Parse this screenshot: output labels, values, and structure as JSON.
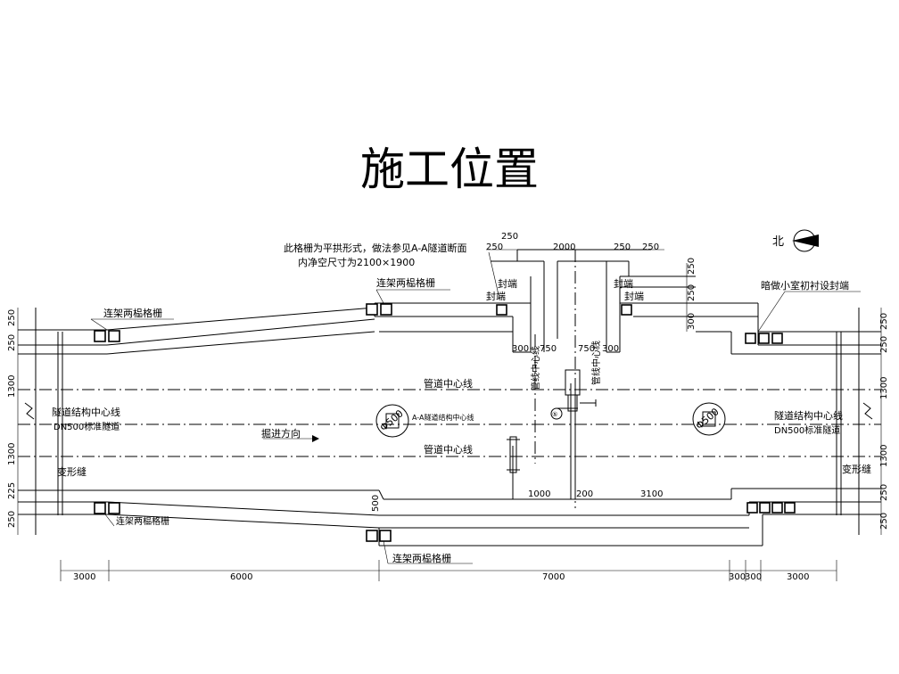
{
  "slide": {
    "title": "施工位置"
  },
  "notes": {
    "arch_note_line1": "此格栅为平拱形式，做法参见A-A隧道断面",
    "arch_note_line2": "内净空尺寸为2100×1900",
    "grid_top_left": "连架两榀格栅",
    "grid_top_mid": "连架两榀格栅",
    "grid_bottom_left": "连架两榀格栅",
    "grid_bottom_mid": "连架两榀格栅",
    "seal_left_1": "封端",
    "seal_left_2": "封端",
    "seal_right_1": "封端",
    "seal_right_2": "封端",
    "chamber_seal": "暗做小室初衬设封端",
    "north": "北",
    "pipe_center_top": "管道中心线",
    "pipe_center_bottom": "管道中心线",
    "tunnel_center_left": "隧道结构中心线",
    "tunnel_std_left": "DN500标准隧道",
    "tunnel_center_right": "隧道结构中心线",
    "tunnel_std_right": "DN500标准隧道",
    "aa_center": "A-A隧道结构中心线",
    "dig_direction": "掘进方向",
    "deform_left": "变形缝",
    "deform_right": "变形缝",
    "pipe_line_1": "管线中心线",
    "pipe_line_2": "管线中心线",
    "phi_left": "Φ500",
    "phi_right": "Φ500",
    "small_mark": "⑤"
  },
  "dimensions": {
    "top_250_a": "250",
    "top_2000": "2000",
    "top_250_b": "250",
    "top_250_c": "250",
    "top_250_d": "250",
    "right_v_250_a": "250",
    "right_v_250_b": "250",
    "right_v_300": "300",
    "inner_300_left": "300",
    "inner_750_left": "750",
    "inner_750_right": "750",
    "inner_300_right": "300",
    "left_v_250_a": "250",
    "left_v_250_b": "250",
    "left_v_1300_a": "1300",
    "left_v_1300_b": "1300",
    "left_v_225": "225",
    "left_v_250_c": "250",
    "right_v_250_c": "250",
    "right_v_250_d": "250",
    "right_v_1300_a": "1300",
    "right_v_1300_b": "1300",
    "right_v_250_e": "250",
    "right_v_250_f": "250",
    "bottom_3000_left": "3000",
    "bottom_6000": "6000",
    "bottom_7000": "7000",
    "bottom_300_a": "300",
    "bottom_300_b": "300",
    "bottom_3000_right": "3000",
    "mid_1000": "1000",
    "mid_200": "200",
    "mid_3100": "3100",
    "mid_500": "500"
  }
}
